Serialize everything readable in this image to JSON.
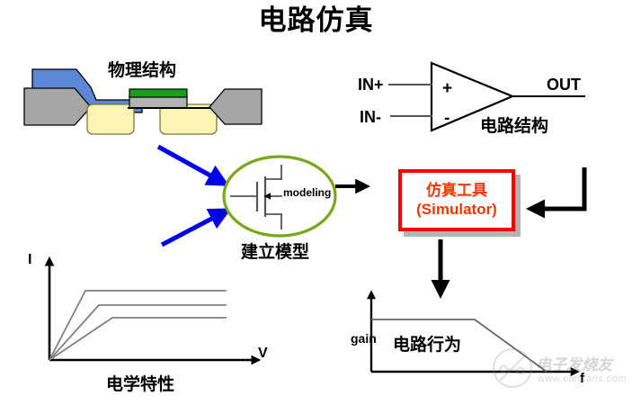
{
  "slide": {
    "title": "电路仿真",
    "background_color": "#ffffff"
  },
  "physical_structure": {
    "label": "物理结构",
    "colors": {
      "gate_blue": "#5b87d6",
      "contact_gray": "#a6a6a6",
      "oxide_yellow": "#faf5b4",
      "dielectric_green": "#1a9e1a",
      "stack_gray": "#b3b3b3",
      "outline": "#000000"
    }
  },
  "circuit_structure": {
    "label": "电路结构",
    "input_plus": "IN+",
    "input_minus": "IN-",
    "output": "OUT",
    "terminal_plus": "+",
    "terminal_minus": "-"
  },
  "model_block": {
    "label": "建立模型",
    "inner_text": "modeling",
    "ellipse_color": "#77a818",
    "arrow_color": "#0000ee"
  },
  "simulator": {
    "line1": "仿真工具",
    "line2": "(Simulator)",
    "border_color": "#ff0000",
    "text_color": "#ff3300",
    "shadow_color": "#b3b3b3"
  },
  "iv_chart": {
    "caption": "电学特性",
    "y_axis_label": "I",
    "x_axis_label": "V"
  },
  "gain_chart": {
    "caption": "电路行为",
    "y_axis_label": "gain",
    "x_axis_label": "f"
  },
  "watermark": {
    "text": "电子发烧友",
    "url": "www.elecfans.com"
  },
  "chart_data": [
    {
      "type": "line",
      "title": "电学特性",
      "xlabel": "V",
      "ylabel": "I",
      "grid": false,
      "legend": "none",
      "xlim": [
        0,
        1
      ],
      "ylim": [
        0,
        1
      ],
      "series": [
        {
          "name": "curve-high",
          "x": [
            0.0,
            0.17,
            1.0
          ],
          "y": [
            0.0,
            0.72,
            0.72
          ]
        },
        {
          "name": "curve-mid",
          "x": [
            0.0,
            0.25,
            1.0
          ],
          "y": [
            0.0,
            0.55,
            0.55
          ]
        },
        {
          "name": "curve-low",
          "x": [
            0.0,
            0.33,
            1.0
          ],
          "y": [
            0.0,
            0.4,
            0.4
          ]
        }
      ]
    },
    {
      "type": "line",
      "title": "电路行为",
      "xlabel": "f",
      "ylabel": "gain",
      "grid": false,
      "legend": "none",
      "xlim": [
        0,
        1
      ],
      "ylim": [
        0,
        1
      ],
      "series": [
        {
          "name": "gain-rolloff",
          "x": [
            0.0,
            0.62,
            1.0
          ],
          "y": [
            0.78,
            0.78,
            0.0
          ]
        }
      ]
    }
  ]
}
